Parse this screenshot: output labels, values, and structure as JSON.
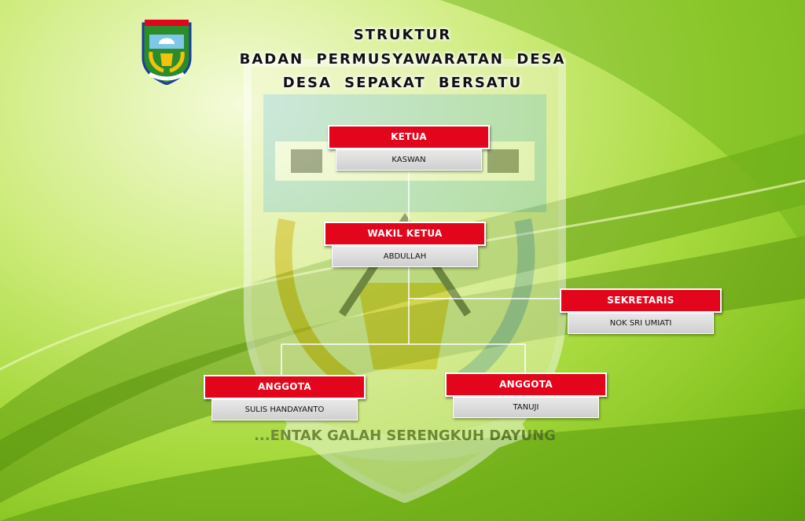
{
  "header": {
    "line1": "STRUKTUR",
    "line2": "BADAN PERMUSYAWARATAN DESA",
    "line3": "DESA SEPAKAT BERSATU"
  },
  "crest": {
    "motto": "...ENTAK GALAH SERENGKUH DAYUNG"
  },
  "org": {
    "ketua": {
      "role": "KETUA",
      "name": "KASWAN"
    },
    "wakil": {
      "role": "WAKIL KETUA",
      "name": "ABDULLAH"
    },
    "sekretaris": {
      "role": "SEKRETARIS",
      "name": "NOK SRI UMIATI"
    },
    "anggota1": {
      "role": "ANGGOTA",
      "name": "SULIS HANDAYANTO"
    },
    "anggota2": {
      "role": "ANGGOTA",
      "name": "TANUJI"
    }
  },
  "colors": {
    "role_bg": "#e3051b",
    "name_bg": "#d9d9d9",
    "background": "#a6d93c"
  }
}
